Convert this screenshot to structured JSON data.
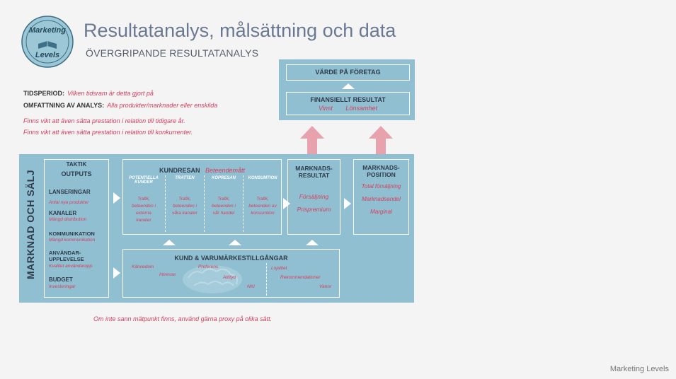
{
  "logo": {
    "top_text": "Marketing",
    "bottom_text": "Levels"
  },
  "header": {
    "title": "Resultatanalys, målsättning och data",
    "subtitle": "ÖVERGRIPANDE RESULTATANALYS"
  },
  "meta": {
    "period_label": "TIDSPERIOD:",
    "period_value": "Vilken tidsram är detta gjort på",
    "scope_label": "OMFATTNING AV ANALYS:",
    "scope_value": "Alla produkter/marknader eller enskilda"
  },
  "notes": {
    "line1": "Finns vikt att även sätta prestation i relation till tidigare år.",
    "line2": "Finns vikt att även sätta prestation i relation till konkurrenter.",
    "proxy": "Om inte sann mätpunkt finns, använd gärna proxy på olika sätt."
  },
  "top": {
    "value_title": "VÄRDE PÅ FÖRETAG",
    "financial_title": "FINANSIELLT RESULTAT",
    "financial_items": [
      "Vinst",
      "Lönsamhet"
    ]
  },
  "side_label": "MARKNAD OCH SÄLJ",
  "tactics": {
    "title": "TAKTIK",
    "subtitle": "OUTPUTS",
    "items": [
      {
        "label": "LANSERINGAR",
        "sub": "Antal nya produkter"
      },
      {
        "label": "KANALER",
        "sub": "Mängd distribution"
      },
      {
        "label": "KOMMUNIKATION",
        "sub": "Mängd kommunikation"
      },
      {
        "label": "ANVÄNDAR-",
        "label2": "UPPLEVELSE",
        "sub": "Kvalitet användarupp."
      },
      {
        "label": "BUDGET",
        "sub": "Investeringar"
      }
    ]
  },
  "journey": {
    "title": "KUNDRESAN",
    "title_note": "Beteendemått",
    "columns": [
      {
        "header": "POTENTIELLA KUNDER",
        "text": "Trafik, beteenden i externa kanaler"
      },
      {
        "header": "TRATTEN",
        "text": "Trafik, beteenden i våra kanaler"
      },
      {
        "header": "KÖPRESAN",
        "text": "Trafik, beteenden i vår handel"
      },
      {
        "header": "KONSUMTION",
        "text": "Trafik, beteenden av konsumtion"
      }
    ]
  },
  "assets": {
    "title": "KUND & VARUMÄRKESTILLGÅNGAR",
    "items": [
      "Kännedom",
      "Intresse",
      "Preferens",
      "Attityd",
      "NKI",
      "Lojalitet",
      "Rekommendationer",
      "Vanor"
    ]
  },
  "market_result": {
    "title1": "MARKNADS-",
    "title2": "RESULTAT",
    "items": [
      "Försäljning",
      "Prispremium"
    ]
  },
  "market_position": {
    "title1": "MARKNADS-",
    "title2": "POSITION",
    "items": [
      "Total försäljning",
      "Marknadsandel",
      "Marginal"
    ]
  },
  "footer": "Marketing Levels",
  "colors": {
    "panel": "#8fbfd1",
    "accent": "#d6405e",
    "arrow": "#e8a2ad"
  }
}
